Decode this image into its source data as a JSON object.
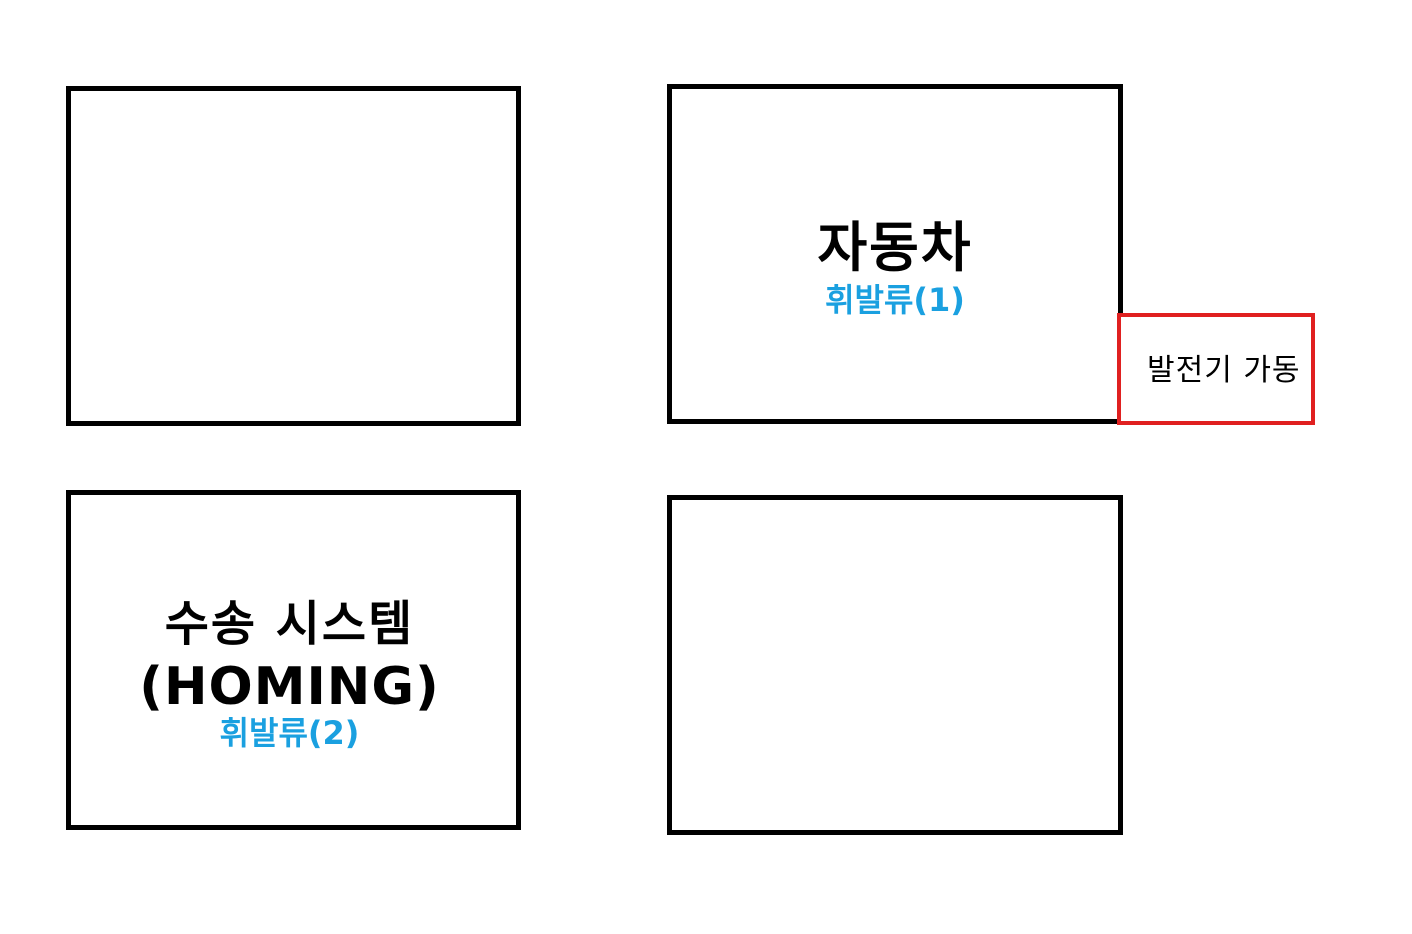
{
  "boxes": {
    "top_left": {},
    "top_right": {
      "title": "자동차",
      "subtitle": "휘발류(1)"
    },
    "bottom_left": {
      "title_line1": "수송 시스템",
      "title_line2": "(HOMING)",
      "subtitle": "휘발류(2)"
    },
    "bottom_right": {}
  },
  "callout": {
    "label": "발전기 가동",
    "border_color": "#e02020"
  },
  "colors": {
    "box_border": "#000000",
    "subtitle_text": "#1aa0e0",
    "background": "#ffffff"
  }
}
